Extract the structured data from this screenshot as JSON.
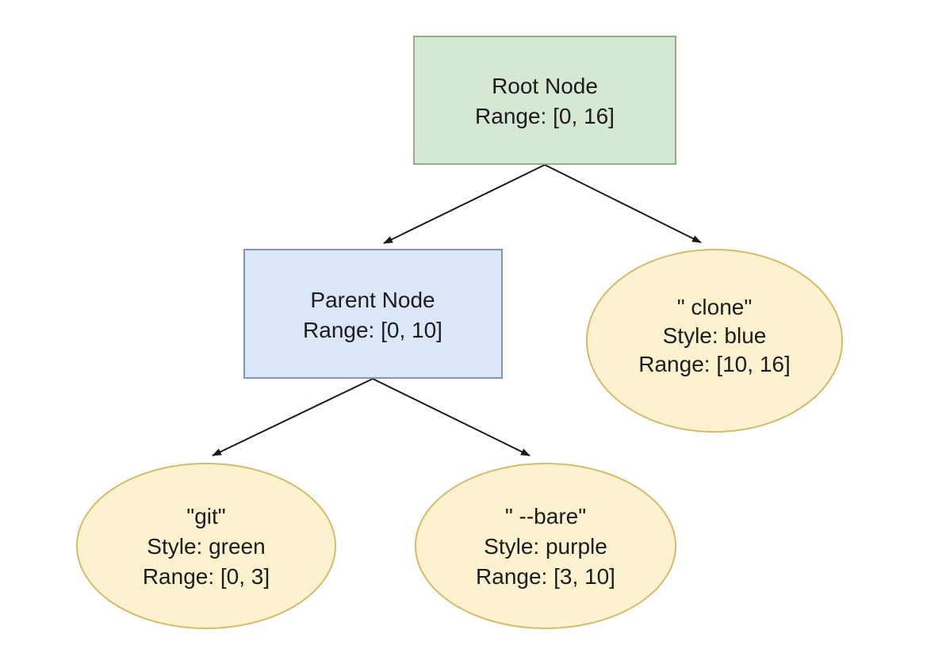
{
  "canvas": {
    "background": "#ffffff",
    "text_color": "#1c1c1c",
    "edge_color": "#1a1a1a"
  },
  "diagram": {
    "type": "tree",
    "nodes": {
      "root": {
        "shape": "rectangle",
        "fill": "#d5e8d4",
        "stroke": "#93ac89",
        "lines": [
          "Root Node",
          "Range: [0, 16]"
        ]
      },
      "parent": {
        "shape": "rectangle",
        "fill": "#dbe7f9",
        "stroke": "#8195ba",
        "lines": [
          "Parent Node",
          "Range: [0, 10]"
        ]
      },
      "clone": {
        "shape": "ellipse",
        "fill": "#fcf2cf",
        "stroke": "#d4ba6a",
        "lines": [
          "\" clone\"",
          "Style: blue",
          "Range: [10, 16]"
        ]
      },
      "git": {
        "shape": "ellipse",
        "fill": "#fcf2cf",
        "stroke": "#d4ba6a",
        "lines": [
          "\"git\"",
          "Style: green",
          "Range: [0, 3]"
        ]
      },
      "bare": {
        "shape": "ellipse",
        "fill": "#fcf2cf",
        "stroke": "#d4ba6a",
        "lines": [
          "\" --bare\"",
          "Style: purple",
          "Range: [3, 10]"
        ]
      }
    },
    "edges": [
      {
        "from": "root",
        "to": "parent"
      },
      {
        "from": "root",
        "to": "clone"
      },
      {
        "from": "parent",
        "to": "git"
      },
      {
        "from": "parent",
        "to": "bare"
      }
    ]
  }
}
